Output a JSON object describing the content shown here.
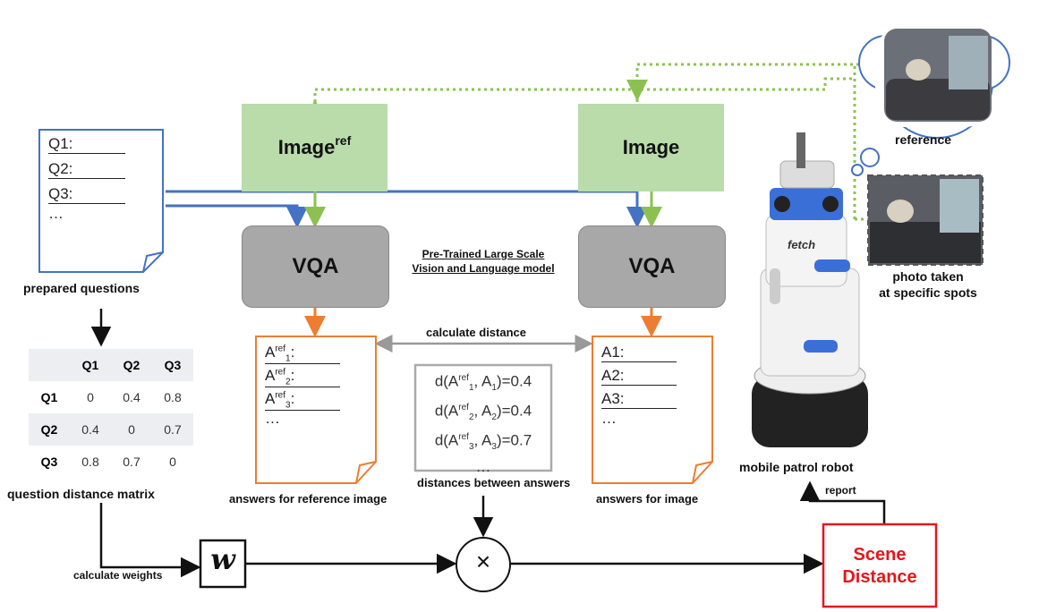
{
  "image_ref_label": "Image",
  "image_ref_sup": "ref",
  "image_label": "Image",
  "vqa_left_label": "VQA",
  "vqa_right_label": "VQA",
  "model_label_line1": "Pre-Trained Large Scale",
  "model_label_line2": "Vision and Language model",
  "questions": {
    "items": [
      "Q1:",
      "Q2:",
      "Q3:"
    ],
    "ellipsis": "…",
    "caption": "prepared questions"
  },
  "ref_answers": {
    "items": [
      {
        "base": "A",
        "sup": "ref",
        "sub": "1",
        "suffix": ":"
      },
      {
        "base": "A",
        "sup": "ref",
        "sub": "2",
        "suffix": ":"
      },
      {
        "base": "A",
        "sup": "ref",
        "sub": "3",
        "suffix": ":"
      }
    ],
    "ellipsis": "…",
    "caption": "answers for reference image"
  },
  "img_answers": {
    "items": [
      "A1:",
      "A2:",
      "A3:"
    ],
    "ellipsis": "…",
    "caption": "answers for image"
  },
  "calc_distance_label": "calculate distance",
  "distances": {
    "rows": [
      "d(Aref1, A1)=0.4",
      "d(Aref2, A2)=0.4",
      "d(Aref3, A3)=0.7"
    ],
    "ellipsis": "…",
    "caption": "distances between answers"
  },
  "matrix": {
    "headers": [
      "Q1",
      "Q2",
      "Q3"
    ],
    "rows": [
      {
        "label": "Q1",
        "values": [
          "0",
          "0.4",
          "0.8"
        ]
      },
      {
        "label": "Q2",
        "values": [
          "0.4",
          "0",
          "0.7"
        ]
      },
      {
        "label": "Q3",
        "values": [
          "0.8",
          "0.7",
          "0"
        ]
      }
    ],
    "caption": "question distance matrix"
  },
  "calc_weights_label": "calculate weights",
  "weight_symbol": "w",
  "multiply_symbol": "×",
  "scene_distance": {
    "line1": "Scene",
    "line2": "Distance"
  },
  "report_label": "report",
  "robot": {
    "caption": "mobile patrol robot",
    "brand": "fetch"
  },
  "reference_label": "reference",
  "photo_caption_line1": "photo taken",
  "photo_caption_line2": "at specific spots",
  "colors": {
    "blue": "#4472c4",
    "green": "#8cc152",
    "orange": "#ed7d31",
    "red": "#e8141c",
    "gray": "#a8a8a8"
  }
}
